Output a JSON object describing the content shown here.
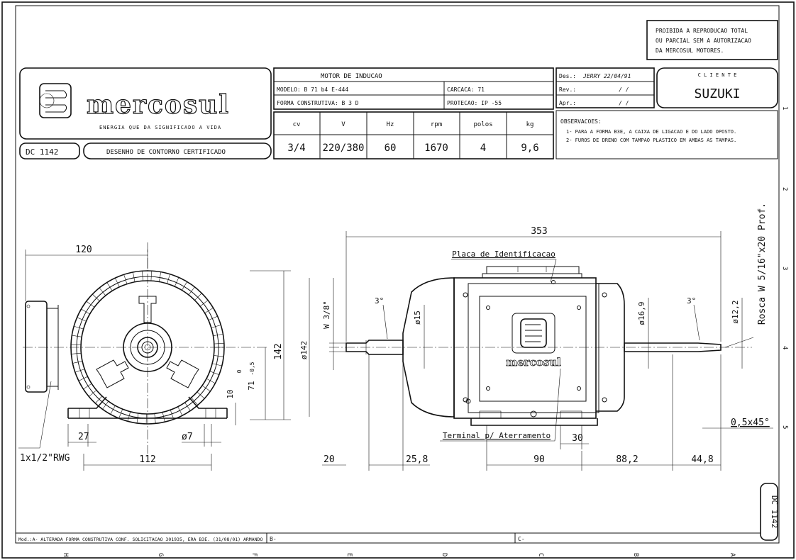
{
  "notice": {
    "lines": [
      "PROIBIDA A REPRODUCAO TOTAL",
      "OU PARCIAL SEM A AUTORIZACAO",
      "DA MERCOSUL MOTORES."
    ]
  },
  "brand": {
    "name": "mercosul",
    "tagline": "ENERGIA QUE DA SIGNIFICADO A VIDA"
  },
  "drawing": {
    "code": "DC 1142",
    "title": "DESENHO DE CONTORNO CERTIFICADO",
    "side_code": "DC 1142"
  },
  "motor": {
    "title": "MOTOR   DE   INDUCAO",
    "modelo": "MODELO:  B 71 b4   E-444",
    "forma": "FORMA CONSTRUTIVA:    B 3 D",
    "carcaca": "CARCACA:  71",
    "protecao": "PROTECAO: IP   -55"
  },
  "specs": {
    "headers": [
      "cv",
      "V",
      "Hz",
      "rpm",
      "polos",
      "kg"
    ],
    "values": [
      "3/4",
      "220/380",
      "60",
      "1670",
      "4",
      "9,6"
    ]
  },
  "approval": {
    "des": "Des.:",
    "des_value": "JERRY   22/04/91",
    "rev": "Rev.:",
    "rev_value": "/   /",
    "apr": "Apr.:",
    "apr_value": "/   /"
  },
  "client": {
    "label": "C L I E N T E",
    "name": "SUZUKI"
  },
  "observations": {
    "title": "OBSERVACOES:",
    "items": [
      "1- PARA A FORMA B3E, A CAIXA DE LIGACAO E DO LADO OPOSTO.",
      "2- FUROS DE DRENO COM TAMPAO PLASTICO EM AMBAS AS TAMPAS."
    ]
  },
  "dimensions": {
    "d120": "120",
    "d142": "142",
    "d71": "71",
    "d71_tol_upper": "0",
    "d71_tol_lower": "-0,5",
    "d10": "10",
    "d27": "27",
    "d7": "ø7",
    "d112": "112",
    "rwg": "1x1/2\"RWG",
    "d353": "353",
    "placa": "Placa de Identificacao",
    "w38": "W 3/8\"",
    "phi142": "ø142",
    "phi15": "ø15",
    "angle_left": "3°",
    "angle_right": "3°",
    "phi169": "ø16,9",
    "phi122": "ø12,2",
    "rosca": "Rosca W 5/16\"x20 Prof.",
    "terminal": "Terminal p/ Aterramento",
    "d30": "30",
    "chamfer": "0,5x45°",
    "d20": "20",
    "d258": "25,8",
    "d90": "90",
    "d882": "88,2",
    "d448": "44,8"
  },
  "revisions": {
    "a": "Mod.:A- ALTERADA FORMA CONSTRUTIVA CONF. SOLICITACAO 301935, ERA B3E. (31/08/01) ARMANDO",
    "b": "B-",
    "c": "C-"
  },
  "zones": {
    "bottom": [
      "H",
      "G",
      "F",
      "E",
      "D",
      "C",
      "B",
      "A"
    ],
    "right": [
      "1",
      "2",
      "3",
      "4",
      "5"
    ]
  }
}
